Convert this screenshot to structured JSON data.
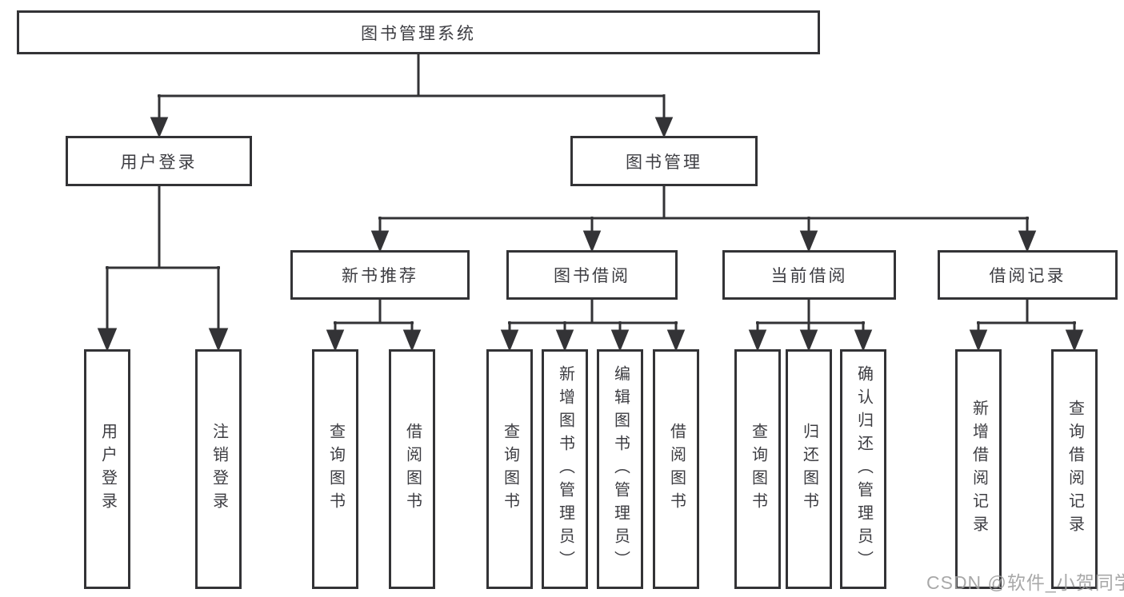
{
  "diagram": {
    "type": "hierarchy-tree",
    "tree": {
      "label": "图书管理系统",
      "children": [
        {
          "label": "用户登录",
          "children": [
            {
              "label": "用户登录"
            },
            {
              "label": "注销登录"
            }
          ]
        },
        {
          "label": "图书管理",
          "children": [
            {
              "label": "新书推荐",
              "children": [
                {
                  "label": "查询图书"
                },
                {
                  "label": "借阅图书"
                }
              ]
            },
            {
              "label": "图书借阅",
              "children": [
                {
                  "label": "查询图书"
                },
                {
                  "label": "新增图书（管理员）"
                },
                {
                  "label": "编辑图书（管理员）"
                },
                {
                  "label": "借阅图书"
                }
              ]
            },
            {
              "label": "当前借阅",
              "children": [
                {
                  "label": "查询图书"
                },
                {
                  "label": "归还图书"
                },
                {
                  "label": "确认归还（管理员）"
                }
              ]
            },
            {
              "label": "借阅记录",
              "children": [
                {
                  "label": "新增借阅记录"
                },
                {
                  "label": "查询借阅记录"
                }
              ]
            }
          ]
        }
      ]
    }
  },
  "watermark": {
    "text": "CSDN @软件_小贺同学"
  },
  "colors": {
    "background": "#ffffff",
    "line": "#333336",
    "box_border": "#333336",
    "text": "#3d3d42",
    "watermark": "#9d9d9d"
  }
}
